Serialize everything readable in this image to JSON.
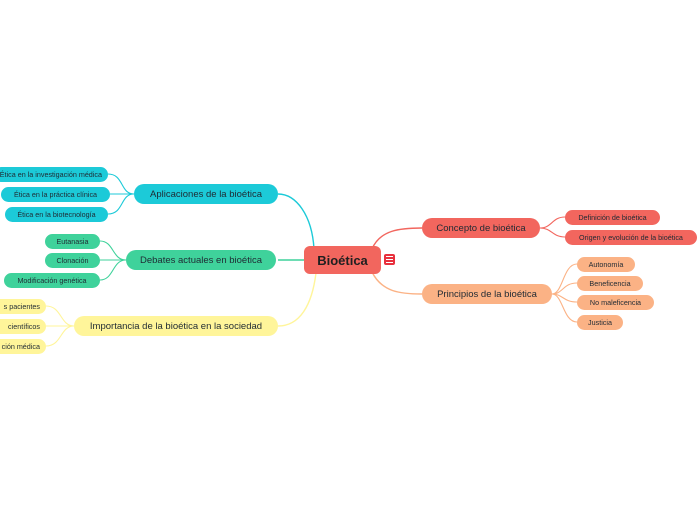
{
  "root": {
    "label": "Bioética"
  },
  "branches": {
    "concepto": {
      "label": "Concepto de bioética",
      "children": [
        "Definición de bioética",
        "Origen y evolución de la bioética"
      ]
    },
    "principios": {
      "label": "Principios de la bioética",
      "children": [
        "Autonomía",
        "Beneficencia",
        "No maleficencia",
        "Justicia"
      ]
    },
    "aplicaciones": {
      "label": "Aplicaciones de la bioética",
      "children": [
        "Ética en la investigación médica",
        "Ética en la práctica clínica",
        "Ética en la biotecnología"
      ]
    },
    "debates": {
      "label": "Debates actuales en bioética",
      "children": [
        "Eutanasia",
        "Clonación",
        "Modificación genética"
      ]
    },
    "importancia": {
      "label": "Importancia de la bioética en la sociedad",
      "children": [
        "s pacientes",
        "científicos",
        "ción médica"
      ]
    }
  },
  "colors": {
    "concepto": "#f2665e",
    "principios": "#fbb285",
    "aplicaciones": "#1ccad8",
    "debates": "#3fd29b",
    "importancia": "#fff59a",
    "menu_icon": "#e8303d"
  },
  "icons": {
    "root_menu": "menu-icon"
  }
}
